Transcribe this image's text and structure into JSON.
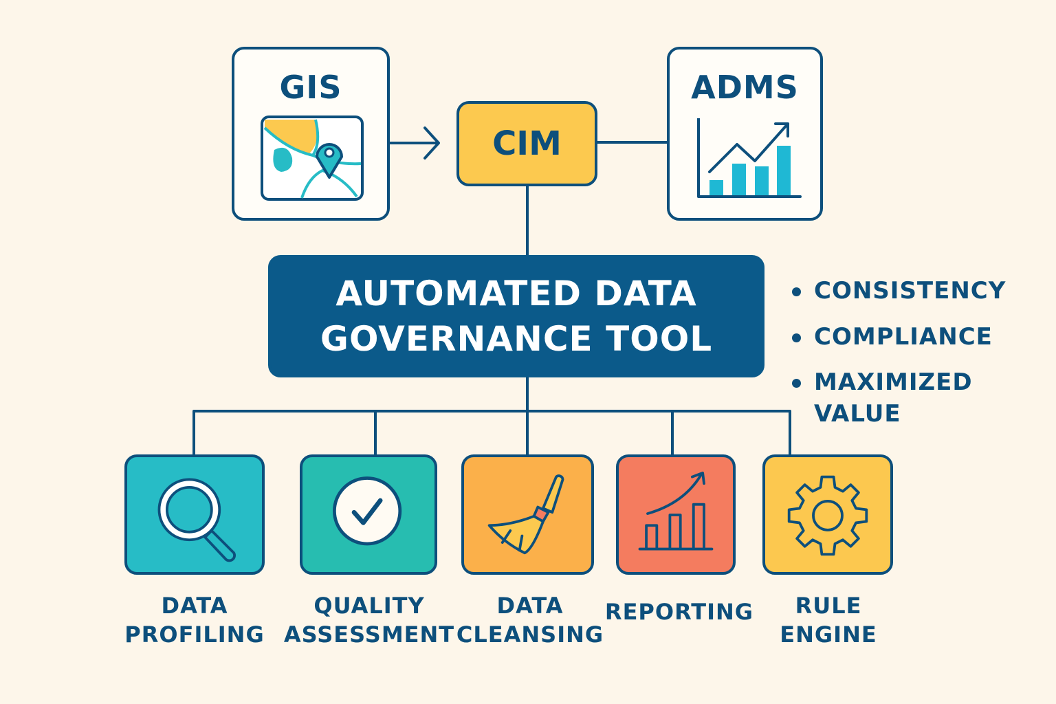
{
  "sources": {
    "gis": "GIS",
    "cim": "CIM",
    "adms": "ADMS"
  },
  "main": {
    "line1": "AUTOMATED DATA",
    "line2": "GOVERNANCE TOOL"
  },
  "benefits": [
    "CONSISTENCY",
    "COMPLIANCE",
    "MAXIMIZED",
    "VALUE"
  ],
  "modules": [
    {
      "line1": "DATA",
      "line2": "PROFILING",
      "icon": "magnifier-icon",
      "color": "#27bcc6"
    },
    {
      "line1": "QUALITY",
      "line2": "ASSESSMENT",
      "icon": "checkmark-icon",
      "color": "#27bdb0"
    },
    {
      "line1": "DATA",
      "line2": "CLEANSING",
      "icon": "broom-icon",
      "color": "#fbb04a"
    },
    {
      "line1": "REPORTING",
      "line2": "",
      "icon": "bar-chart-icon",
      "color": "#f47c5f"
    },
    {
      "line1": "RULE",
      "line2": "ENGINE",
      "icon": "gear-icon",
      "color": "#fcc84f"
    }
  ],
  "colors": {
    "background": "#fdf6ea",
    "navy": "#0d4f7c",
    "main": "#0b5a8a",
    "cim": "#fcc94f",
    "accent": "#1fb8d4"
  }
}
